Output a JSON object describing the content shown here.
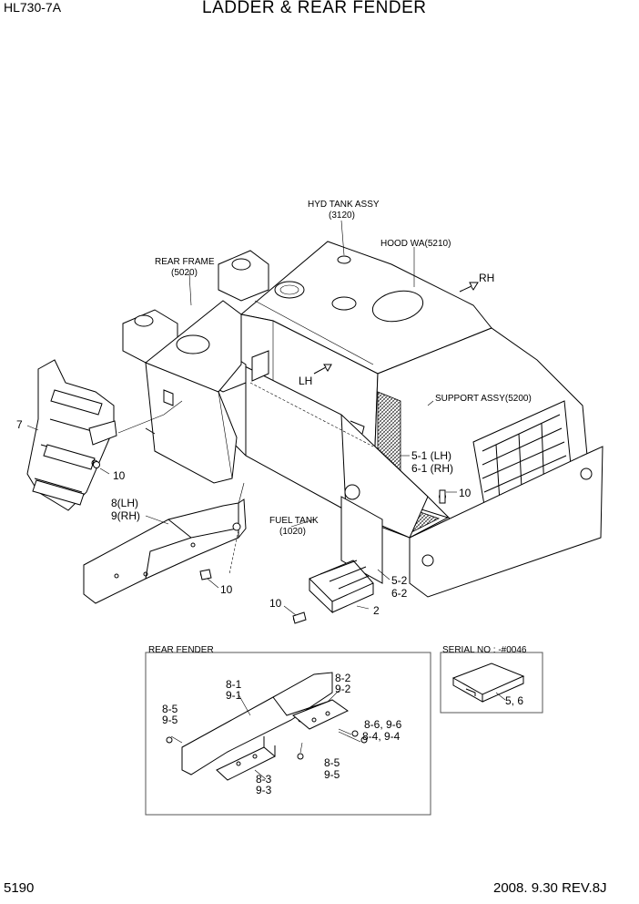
{
  "header": {
    "model": "HL730-7A",
    "title": "LADDER & REAR FENDER"
  },
  "footer": {
    "page_number": "5190",
    "revision": "2008. 9.30  REV.8J"
  },
  "labels": {
    "hyd_tank_name": "HYD TANK ASSY",
    "hyd_tank_code": "(3120)",
    "hood_wa": "HOOD WA(5210)",
    "rear_frame_name": "REAR FRAME",
    "rear_frame_code": "(5020)",
    "rh": "RH",
    "lh": "LH",
    "support_assy": "SUPPORT ASSY(5200)",
    "fuel_tank_name": "FUEL TANK",
    "fuel_tank_code": "(1020)",
    "rear_fender_box": "REAR FENDER",
    "serial_box": "SERIAL NO : -#0046"
  },
  "callouts": {
    "ladder": "7",
    "bolt_ladder": "10",
    "fender_lh": "8(LH)",
    "fender_rh": "9(RH)",
    "bolt_fender": "10",
    "step_lh": "5-1 (LH)",
    "step_rh": "6-1 (RH)",
    "bolt_step": "10",
    "bracket_lh": "5-2",
    "bracket_rh": "6-2",
    "step_bottom": "2",
    "bolt_bottom": "10",
    "d_8_1": "8-1",
    "d_9_1": "9-1",
    "d_8_2": "8-2",
    "d_9_2": "9-2",
    "d_8_5a": "8-5",
    "d_9_5a": "9-5",
    "d_8_6": "8-6, 9-6",
    "d_8_4": "8-4, 9-4",
    "d_8_5b": "8-5",
    "d_9_5b": "9-5",
    "d_8_3": "8-3",
    "d_9_3": "9-3",
    "serial_parts": "5, 6"
  }
}
